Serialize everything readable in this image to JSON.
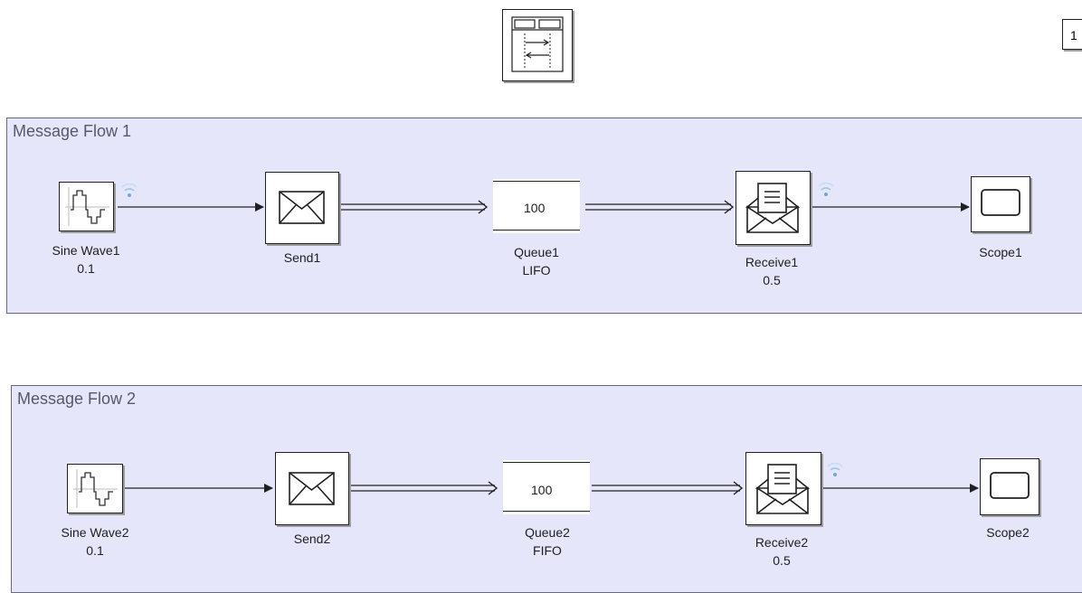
{
  "corner_block": {
    "text": "1"
  },
  "flows": [
    {
      "title": "Message Flow 1",
      "source": {
        "name": "Sine Wave1",
        "param": "0.1",
        "icon": "sine-wave-icon"
      },
      "send": {
        "name": "Send1",
        "icon": "envelope-icon"
      },
      "queue": {
        "name": "Queue1",
        "mode": "LIFO",
        "capacity": "100"
      },
      "receive": {
        "name": "Receive1",
        "param": "0.5",
        "icon": "open-envelope-icon"
      },
      "scope": {
        "name": "Scope1",
        "icon": "scope-icon"
      }
    },
    {
      "title": "Message Flow 2",
      "source": {
        "name": "Sine Wave2",
        "param": "0.1",
        "icon": "sine-wave-icon"
      },
      "send": {
        "name": "Send2",
        "icon": "envelope-icon"
      },
      "queue": {
        "name": "Queue2",
        "mode": "FIFO",
        "capacity": "100"
      },
      "receive": {
        "name": "Receive2",
        "param": "0.5",
        "icon": "open-envelope-icon"
      },
      "scope": {
        "name": "Scope2",
        "icon": "scope-icon"
      }
    }
  ]
}
